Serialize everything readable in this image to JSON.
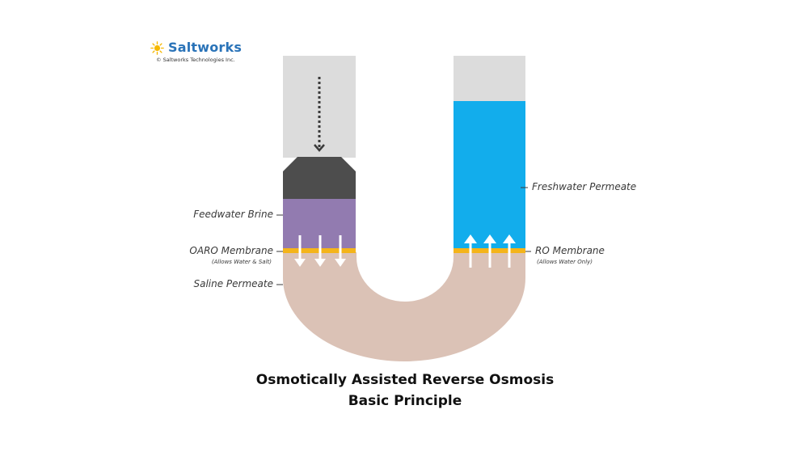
{
  "logo": {
    "name": "Saltworks",
    "copyright": "© Saltworks Technologies Inc.",
    "sun_color": "#f5b800",
    "name_color": "#2a73b8"
  },
  "labels": {
    "feedwater_brine": "Feedwater Brine",
    "oaro_membrane": "OARO Membrane",
    "oaro_membrane_note": "(Allows Water & Salt)",
    "saline_permeate": "Saline Permeate",
    "freshwater_permeate": "Freshwater Permeate",
    "ro_membrane": "RO Membrane",
    "ro_membrane_note": "(Allows Water Only)"
  },
  "title": {
    "line1": "Osmotically Assisted Reverse Osmosis",
    "line2": "Basic Principle"
  },
  "colors": {
    "tube_empty": "#dcdcdc",
    "piston": "#4d4d4d",
    "feedwater_brine": "#927bb0",
    "membrane": "#f4b41a",
    "saline_permeate": "#dbc2b6",
    "freshwater": "#12adec",
    "arrow": "#ffffff",
    "dotted_arrow": "#3a3a3a"
  },
  "icons": {
    "logo": "sun-icon",
    "pressure": "dotted-down-arrow-icon",
    "oaro_flow": "down-arrow-icon",
    "ro_flow": "up-arrow-icon"
  }
}
